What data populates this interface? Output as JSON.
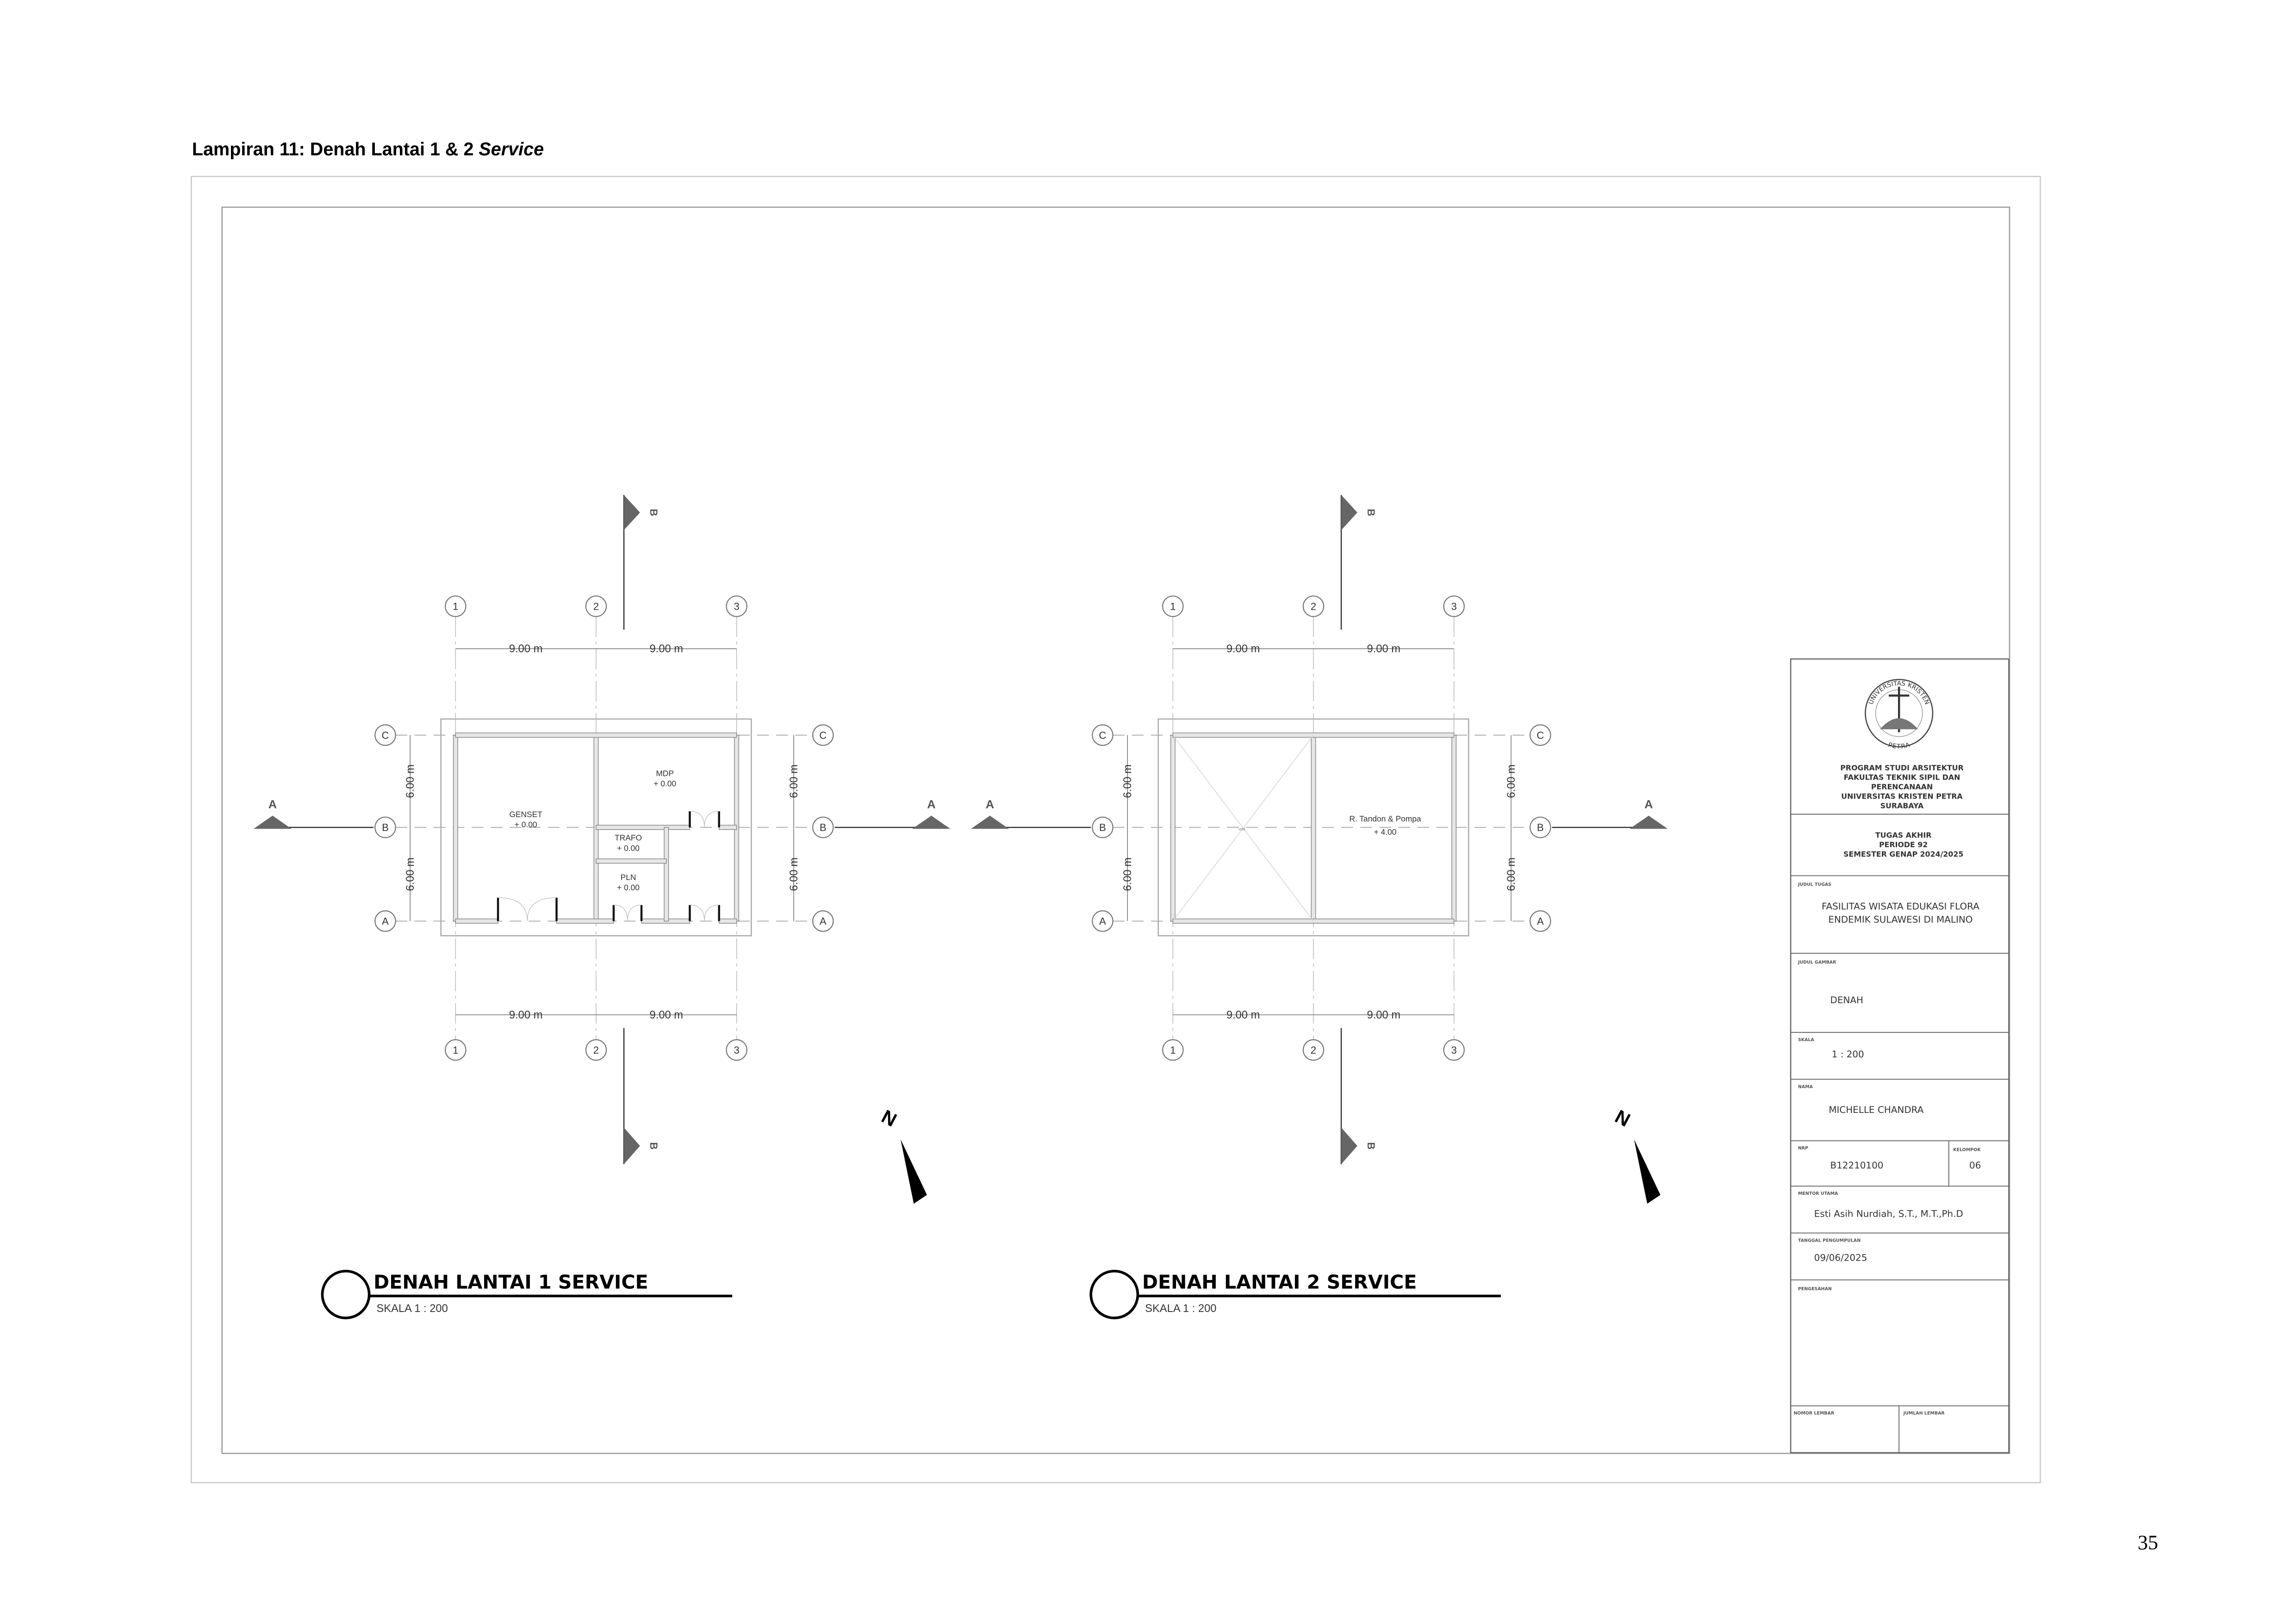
{
  "header": {
    "title_prefix": "Lampiran 11: Denah Lantai 1 & 2 ",
    "title_italic": "Service"
  },
  "page_number": "35",
  "north_label": "N",
  "plans": [
    {
      "title": "DENAH LANTAI 1 SERVICE",
      "scale": "SKALA 1 : 200",
      "grid_x": [
        "1",
        "2",
        "3"
      ],
      "grid_y": [
        "C",
        "B",
        "A"
      ],
      "dims_x": [
        "9.00 m",
        "9.00 m"
      ],
      "dims_y": [
        "6.00 m",
        "6.00 m"
      ],
      "section_a": "A",
      "section_b": "B",
      "rooms": [
        {
          "name": "GENSET",
          "level": "+ 0.00"
        },
        {
          "name": "MDP",
          "level": "+ 0.00"
        },
        {
          "name": "TRAFO",
          "level": "+ 0.00"
        },
        {
          "name": "PLN",
          "level": "+ 0.00"
        }
      ]
    },
    {
      "title": "DENAH LANTAI 2 SERVICE",
      "scale": "SKALA 1 : 200",
      "grid_x": [
        "1",
        "2",
        "3"
      ],
      "grid_y": [
        "C",
        "B",
        "A"
      ],
      "dims_x": [
        "9.00 m",
        "9.00 m"
      ],
      "dims_y": [
        "6.00 m",
        "6.00 m"
      ],
      "section_a": "A",
      "section_b": "B",
      "void_label": "void",
      "rooms": [
        {
          "name": "R. Tandon & Pompa",
          "level": "+ 4.00"
        }
      ]
    }
  ],
  "title_block": {
    "logo_text_top": "UNIVERSITAS KRISTEN",
    "logo_text_bottom": "PETRA",
    "institution": [
      "PROGRAM STUDI ARSITEKTUR",
      "FAKULTAS TEKNIK SIPIL DAN",
      "PERENCANAAN",
      "UNIVERSITAS KRISTEN PETRA",
      "SURABAYA"
    ],
    "program": [
      "TUGAS AKHIR",
      "PERIODE 92",
      "SEMESTER GENAP 2024/2025"
    ],
    "judul_tugas_label": "JUDUL TUGAS",
    "judul_tugas": [
      "FASILITAS WISATA EDUKASI FLORA",
      "ENDEMIK SULAWESI DI MALINO"
    ],
    "judul_gambar_label": "JUDUL GAMBAR",
    "judul_gambar": "DENAH",
    "skala_label": "SKALA",
    "skala": "1 : 200",
    "nama_label": "NAMA",
    "nama": "MICHELLE CHANDRA",
    "nrp_label": "NRP",
    "nrp": "B12210100",
    "kelompok_label": "KELOMPOK",
    "kelompok": "06",
    "mentor_label": "MENTOR UTAMA",
    "mentor": "Esti Asih Nurdiah, S.T., M.T.,Ph.D",
    "tanggal_label": "TANGGAL PENGUMPULAN",
    "tanggal": "09/06/2025",
    "pengesahan_label": "PENGESAHAN",
    "nomor_lembar_label": "NOMOR LEMBAR",
    "jumlah_lembar_label": "JUMLAH LEMBAR"
  }
}
